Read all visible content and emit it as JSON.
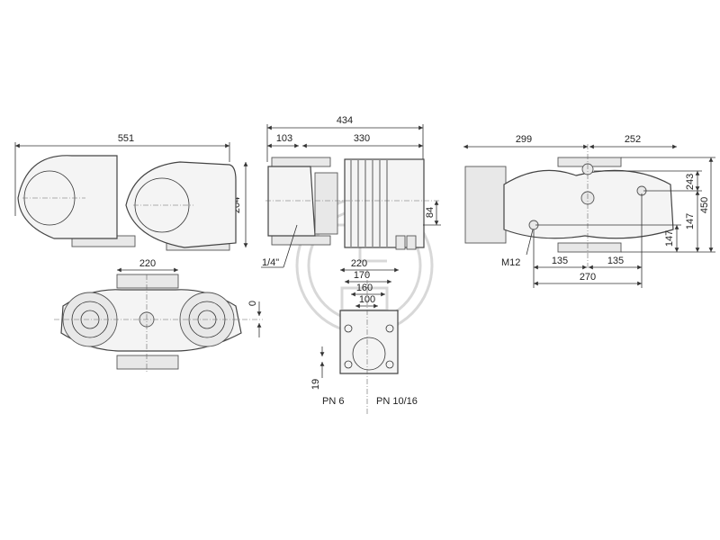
{
  "drawing": {
    "front_view": {
      "width": "551",
      "height": "204"
    },
    "top_view": {
      "flange_spacing": "220",
      "offset": "0"
    },
    "side_view": {
      "total_length": "434",
      "pump_length": "103",
      "motor_length": "330",
      "axis_height": "84",
      "port": "1/4\""
    },
    "flange_view": {
      "d1": "220",
      "d2": "170",
      "d3": "160",
      "d4": "100",
      "thickness": "19",
      "pn_left": "PN 6",
      "pn_right": "PN 10/16"
    },
    "rear_view": {
      "left": "299",
      "right": "252",
      "h1": "243",
      "h2": "450",
      "h3": "147",
      "h4": "147",
      "bolt": "M12",
      "half_left": "135",
      "half_right": "135",
      "span": "270"
    }
  }
}
